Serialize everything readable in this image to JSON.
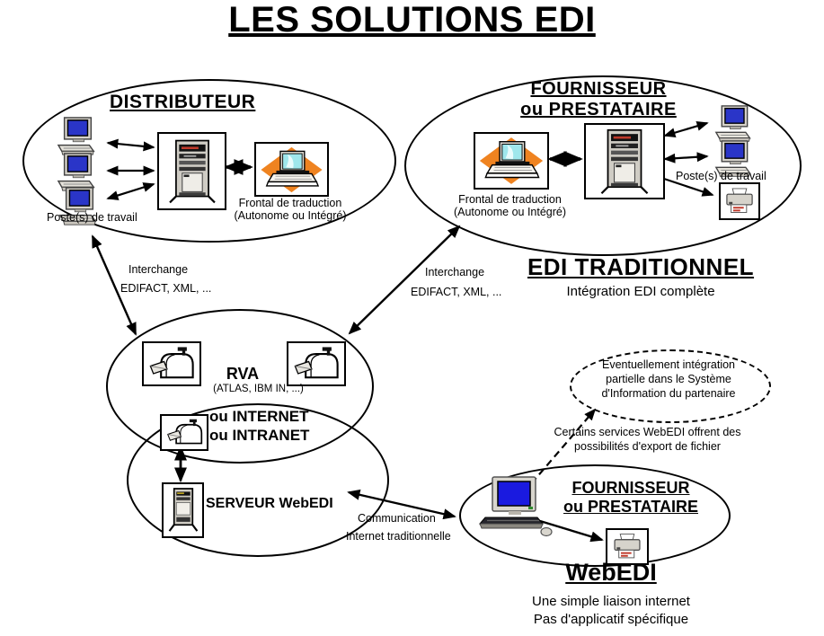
{
  "title": "LES SOLUTIONS EDI",
  "distributeur": {
    "title": "DISTRIBUTEUR",
    "workstations_label": "Poste(s) de travail",
    "frontal_line1": "Frontal de traduction",
    "frontal_line2": "(Autonome ou Intégré)"
  },
  "fournisseur_top": {
    "title_line1": "FOURNISSEUR",
    "title_line2": "ou PRESTATAIRE",
    "frontal_line1": "Frontal de traduction",
    "frontal_line2": "(Autonome ou Intégré)",
    "workstations_label": "Poste(s) de travail"
  },
  "edi_traditionnel": {
    "title": "EDI TRADITIONNEL",
    "subtitle": "Intégration EDI complète"
  },
  "interchange_left": {
    "line1": "Interchange",
    "line2": "EDIFACT, XML, ..."
  },
  "interchange_right": {
    "line1": "Interchange",
    "line2": "EDIFACT, XML, ..."
  },
  "rva": {
    "title": "RVA",
    "subtitle": "(ATLAS, IBM IN, ...)"
  },
  "internet": {
    "line1": "ou INTERNET",
    "line2": "ou INTRANET"
  },
  "serveur_webedi": {
    "label": "SERVEUR WebEDI"
  },
  "communication": {
    "line1": "Communication",
    "line2": "Internet traditionnelle"
  },
  "integration_note": {
    "line1": "Eventuellement intégration",
    "line2": "partielle dans le Système",
    "line3": "d'Information du partenaire"
  },
  "export_note": {
    "line1": "Certains services WebEDI offrent des",
    "line2": "possibilités d'export de fichier"
  },
  "fournisseur_bottom": {
    "title_line1": "FOURNISSEUR",
    "title_line2": "ou PRESTATAIRE"
  },
  "webedi": {
    "title": "WebEDI",
    "subtitle_line1": "Une simple liaison internet",
    "subtitle_line2": "Pas d'applicatif spécifique"
  },
  "icons": {
    "workstation-icon": "desktop computer with blue screen",
    "server-rack-icon": "rack server tower",
    "translation-frontend-icon": "laptop on orange diamond",
    "mailbox-icon": "mailbox with flag and envelope",
    "printer-icon": "desktop printer with paper",
    "webedi-server-icon": "small server tower",
    "desktop-computer-icon": "desktop PC with keyboard and mouse"
  },
  "colors": {
    "background": "#FFFFFF",
    "line_black": "#000000",
    "diamond_orange": "#EF8320",
    "screen_blue": "#2A35C8",
    "webedi_screen_blue": "#1A1AE0",
    "laptop_screen_cyan": "#9FE7EC"
  }
}
